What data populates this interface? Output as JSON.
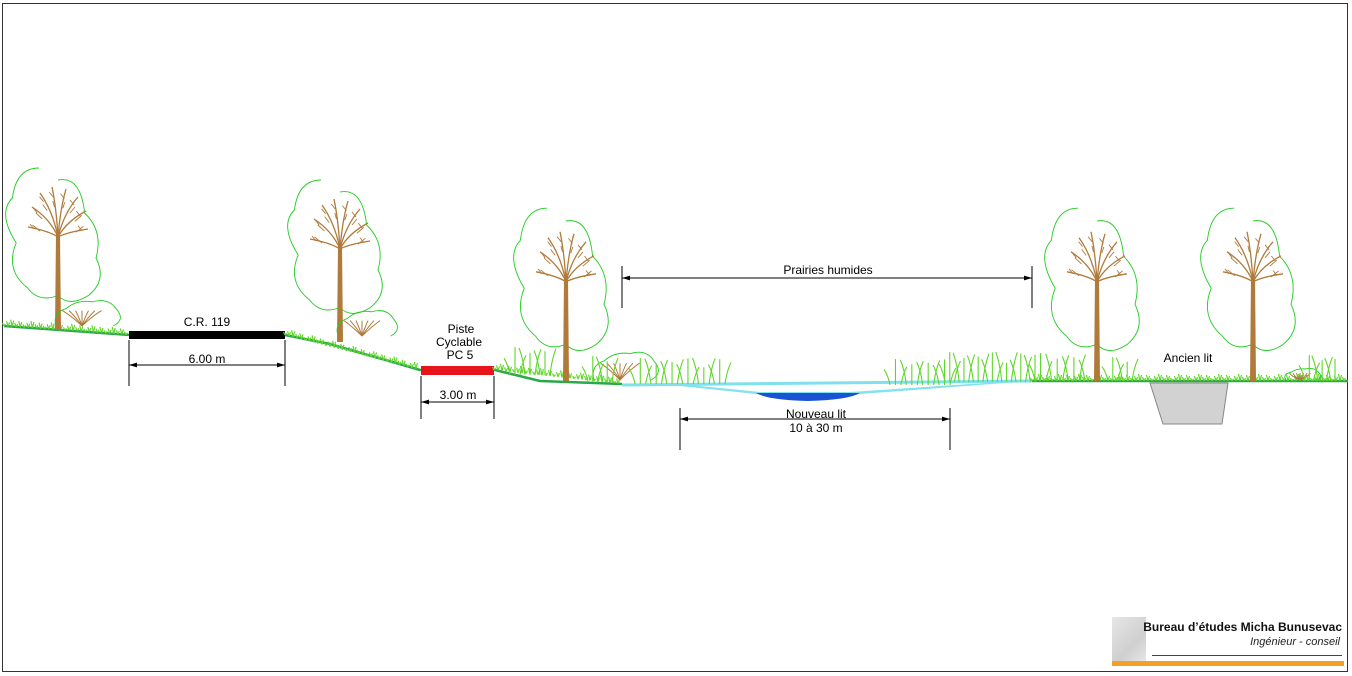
{
  "labels": {
    "road": "C.R. 119",
    "road_width": "6.00 m",
    "bike_line1": "Piste",
    "bike_line2": "Cyclable",
    "bike_line3": "PC 5",
    "bike_width": "3.00 m",
    "meadows": "Prairies humides",
    "new_bed": "Nouveau lit",
    "new_bed_width": "10 à 30 m",
    "old_bed": "Ancien lit"
  },
  "titleblock": {
    "company": "Bureau d’études Micha Bunusevac",
    "subtitle": "Ingénieur - conseil"
  },
  "colors": {
    "ground": "#2aa84a",
    "grass": "#5fd62a",
    "water_shallow": "#7fe0ee",
    "water_deep": "#1a52d6",
    "road": "#000000",
    "bike_path": "#e8141c",
    "trunk": "#b07a3a",
    "canopy": "#22cc22",
    "old_bed": "#cfcfcf",
    "accent": "#f4a024"
  },
  "icons": [
    "tree-icon",
    "shrub-icon",
    "reeds-icon",
    "logo-mark-icon"
  ]
}
